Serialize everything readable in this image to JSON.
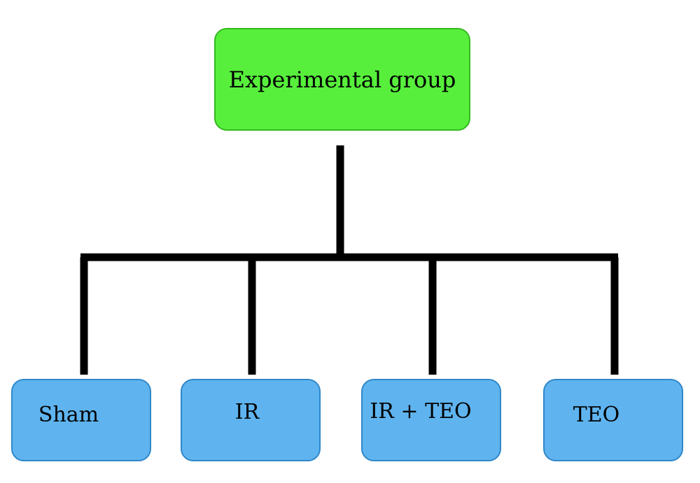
{
  "diagram": {
    "root": {
      "label": "Experimental group",
      "color": "#57ef3c"
    },
    "children": [
      {
        "label": "Sham"
      },
      {
        "label": "IR"
      },
      {
        "label": "IR + TEO"
      },
      {
        "label": "TEO"
      }
    ],
    "child_color": "#5fb4ef",
    "connector_color": "#000000"
  }
}
